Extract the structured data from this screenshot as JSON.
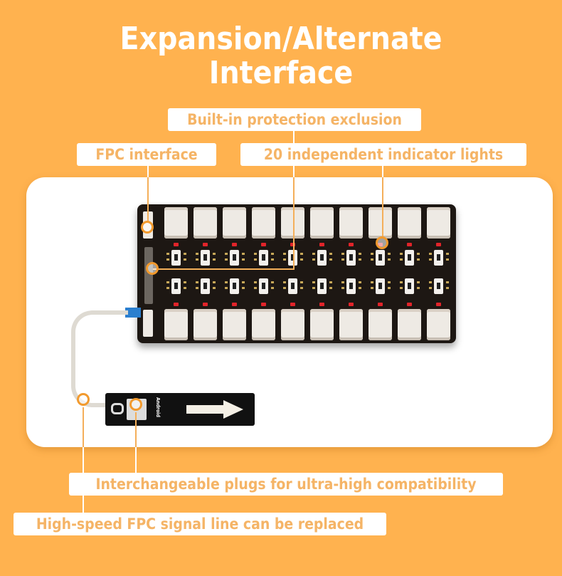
{
  "title": {
    "line1": "Expansion/Alternate",
    "line2": "Interface"
  },
  "callouts": {
    "builtin_protection": "Built-in protection exclusion",
    "fpc_interface": "FPC interface",
    "indicator_lights": "20 independent indicator lights",
    "interchangeable_plugs": "Interchangeable plugs for ultra-high compatibility",
    "fpc_signal_line": "High-speed FPC signal line can be replaced"
  },
  "product": {
    "board_columns": 10,
    "plug_text": "Android"
  },
  "colors": {
    "background": "#FFB24F",
    "label_text": "#F5B466",
    "callout_line": "#F29A2E",
    "board": "#1D1713",
    "led": "#E1242A"
  }
}
